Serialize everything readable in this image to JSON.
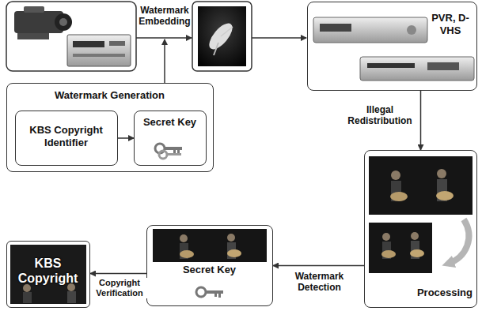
{
  "diagram": {
    "nodes": [
      {
        "text": [
          "PVR, D-VHS"
        ]
      },
      {
        "text": [
          "Watermark Generation"
        ]
      },
      {
        "text": [
          "KBS Copyright Identifier"
        ],
        "in": 1
      },
      {
        "text": [
          "Secret Key"
        ],
        "in": 1
      },
      {
        "text": [
          "Processing"
        ]
      },
      {
        "text": [
          "Secret Key"
        ]
      },
      {
        "text": [
          "KBS Copyright"
        ]
      }
    ],
    "edges": [
      {
        "from": 2,
        "to": 3,
        "arrow": "to"
      },
      {
        "from": 0,
        "to": 4,
        "label": "Illegal Redistribution",
        "arrow": "to"
      },
      {
        "from": 4,
        "to": 5,
        "label": "Watermark Detection",
        "arrow": "to"
      },
      {
        "from": 5,
        "to": 6,
        "label": "Copyright Verification",
        "arrow": "to"
      }
    ],
    "labels": [
      "Watermark Embedding"
    ]
  }
}
